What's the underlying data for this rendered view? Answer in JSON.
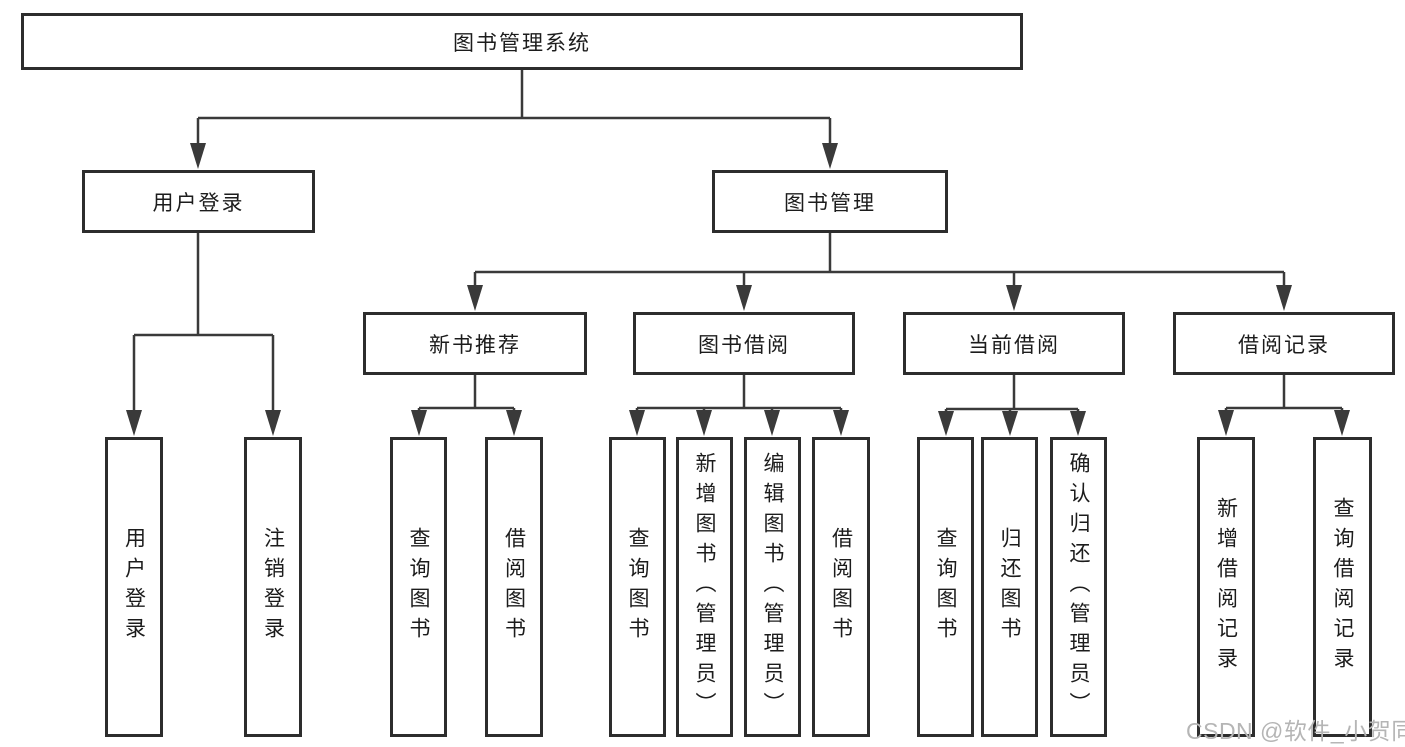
{
  "tree": {
    "root": {
      "label": "图书管理系统"
    },
    "level2": [
      {
        "label": "用户登录",
        "children": [
          "用户登录",
          "注销登录"
        ]
      },
      {
        "label": "图书管理",
        "groups": [
          {
            "label": "新书推荐",
            "children": [
              "查询图书",
              "借阅图书"
            ]
          },
          {
            "label": "图书借阅",
            "children": [
              "查询图书",
              "新增图书（管理员）",
              "编辑图书（管理员）",
              "借阅图书"
            ]
          },
          {
            "label": "当前借阅",
            "children": [
              "查询图书",
              "归还图书",
              "确认归还（管理员）"
            ]
          },
          {
            "label": "借阅记录",
            "children": [
              "新增借阅记录",
              "查询借阅记录"
            ]
          }
        ]
      }
    ]
  },
  "watermark": "CSDN @软件_小贺同学",
  "colors": {
    "line": "#3a3a3a",
    "box_border": "#2d2d2d",
    "text": "#1c1c1c",
    "watermark": "#b5b5b5",
    "background": "#ffffff"
  }
}
